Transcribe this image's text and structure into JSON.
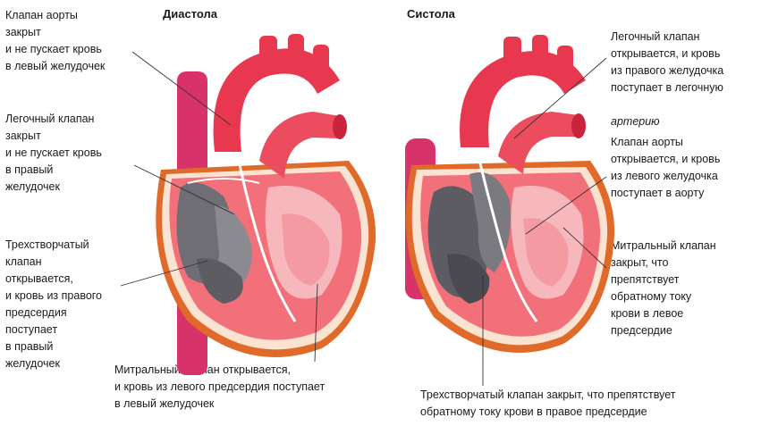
{
  "headers": {
    "diastole": "Диастола",
    "systole": "Систола"
  },
  "labels": {
    "aortic_closed": "Клапан аорты\nзакрыт\nи не пускает кровь\nв левый желудочек",
    "pulmonary_closed": "Легочный клапан\nзакрыт\nи не пускает кровь\nв правый\nжелудочек",
    "tricuspid_opens": "Трехстворчатый\nклапан\nоткрывается,\nи кровь из правого\nпредсердия\nпоступает\nв правый\nжелудочек",
    "mitral_opens": "Митральный клапан открывается,\nи кровь из левого предсердия поступает\nв левый желудочек",
    "pulmonary_opens_main": "Легочный клапан\nоткрывается, и кровь\nиз правого желудочка\nпоступает в легочную",
    "pulmonary_opens_italic": "артерию",
    "aortic_opens": "Клапан аорты\nоткрывается, и кровь\nиз левого желудочка\nпоступает в аорту",
    "mitral_closed": "Митральный клапан\nзакрыт, что\nпрепятствует\nобратному току\nкрови в левое\nпредсердие",
    "tricuspid_closed": "Трехстворчатый клапан закрыт, что препятствует\nобратному току крови в правое предсердие"
  },
  "colors": {
    "vessel": "#d8326a",
    "aorta": "#e8384f",
    "myocardium": "#f2707a",
    "inner": "#f7b8bd",
    "dark_chamber": "#6e6e74",
    "outer_wall": "#e06a2a"
  }
}
